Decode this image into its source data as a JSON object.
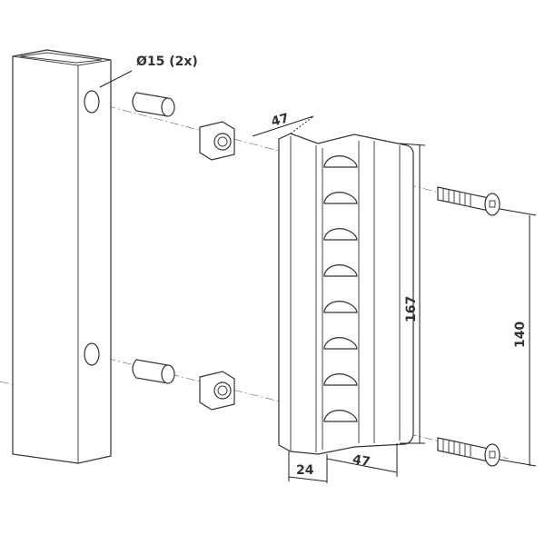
{
  "diagram": {
    "hole_label": "Ø15 (2x)",
    "dim_top_width": "47",
    "dim_height": "167",
    "dim_hole_spacing": "140",
    "dim_depth": "24",
    "dim_bottom_width": "47"
  }
}
